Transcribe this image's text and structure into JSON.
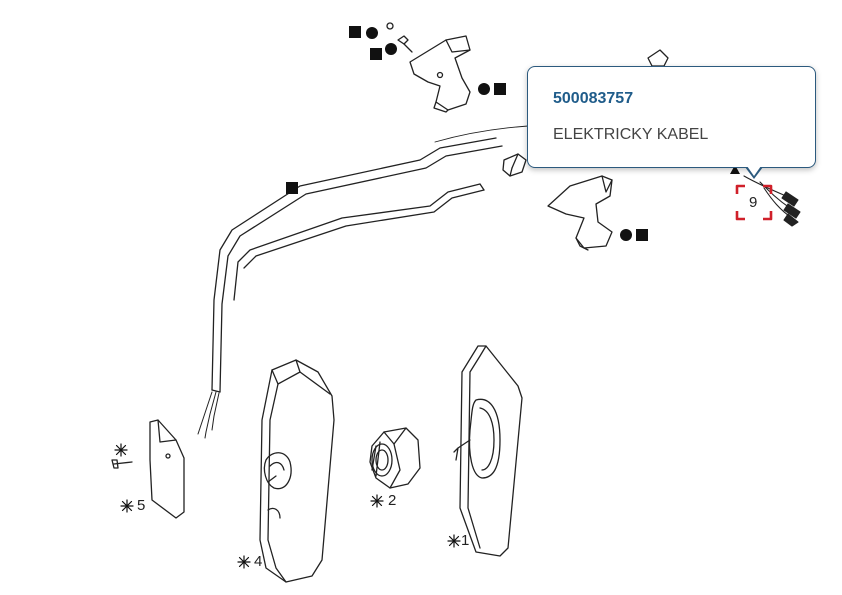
{
  "tooltip": {
    "part_number": "500083757",
    "description": "ELEKTRICKY KABEL"
  },
  "callouts": {
    "c1": "1",
    "c2": "2",
    "c4": "4",
    "c5": "5",
    "c9": "9"
  },
  "colors": {
    "tooltip_border": "#2c5a7e",
    "part_number": "#1f5c8a",
    "highlight_bracket": "#d0202a"
  }
}
